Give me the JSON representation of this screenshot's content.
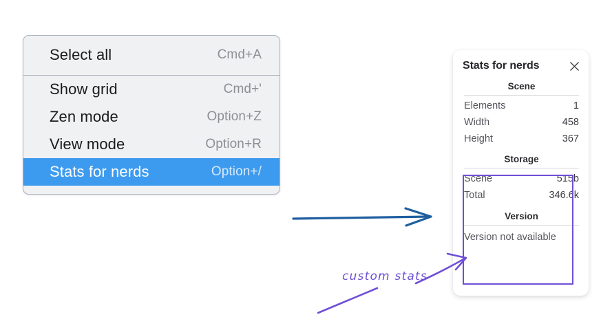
{
  "context_menu": {
    "groups": [
      {
        "items": [
          {
            "label": "Select all",
            "accel": "Cmd+A",
            "selected": false
          }
        ]
      },
      {
        "items": [
          {
            "label": "Show grid",
            "accel": "Cmd+'",
            "selected": false
          },
          {
            "label": "Zen mode",
            "accel": "Option+Z",
            "selected": false
          },
          {
            "label": "View mode",
            "accel": "Option+R",
            "selected": false
          },
          {
            "label": "Stats for nerds",
            "accel": "Option+/",
            "selected": true
          }
        ]
      }
    ],
    "highlight_color": "#3d9bef"
  },
  "stats_panel": {
    "title": "Stats for nerds",
    "close_icon": "close-icon",
    "sections": [
      {
        "heading": "Scene",
        "rows": [
          {
            "label": "Elements",
            "value": "1"
          },
          {
            "label": "Width",
            "value": "458"
          },
          {
            "label": "Height",
            "value": "367"
          }
        ]
      },
      {
        "heading": "Storage",
        "rows": [
          {
            "label": "Scene",
            "value": "515b"
          },
          {
            "label": "Total",
            "value": "346.6k"
          }
        ]
      },
      {
        "heading": "Version",
        "note": "Version not available"
      }
    ]
  },
  "annotations": {
    "text": "custom stats",
    "text_color": "#6c4fd4",
    "arrow_color": "#6f4fd6",
    "pointer_arrow_color": "#1f5fa0",
    "highlight_box_color": "#6f4fd6"
  }
}
